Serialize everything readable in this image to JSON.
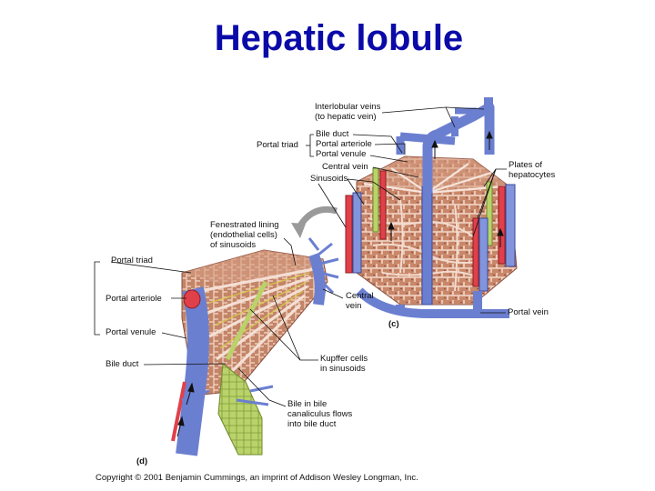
{
  "title": "Hepatic lobule",
  "labels": {
    "interlobular_veins": "Interlobular veins",
    "to_hepatic_vein": "(to hepatic vein)",
    "bile_duct_c": "Bile duct",
    "portal_arteriole_c": "Portal arteriole",
    "portal_venule_c": "Portal venule",
    "portal_triad_c": "Portal triad",
    "central_vein_c": "Central vein",
    "sinusoids": "Sinusoids",
    "plates_1": "Plates of",
    "plates_2": "hepatocytes",
    "fenestrated_1": "Fenestrated lining",
    "fenestrated_2": "(endothelial cells)",
    "fenestrated_3": "of sinusoids",
    "portal_triad_d": "Portal triad",
    "portal_arteriole_d": "Portal arteriole",
    "portal_venule_d": "Portal venule",
    "bile_duct_d": "Bile duct",
    "central_vein_d_1": "Central",
    "central_vein_d_2": "vein",
    "kupffer_1": "Kupffer cells",
    "kupffer_2": "in sinusoids",
    "bile_flow_1": "Bile in bile",
    "bile_flow_2": "canaliculus flows",
    "bile_flow_3": "into bile duct",
    "portal_vein": "Portal vein",
    "panel_c": "(c)",
    "panel_d": "(d)"
  },
  "copyright": "Copyright © 2001 Benjamin Cummings, an imprint of Addison Wesley Longman, Inc.",
  "colors": {
    "title": "#0a0aa8",
    "vein_blue": "#6b7fd0",
    "artery_red": "#e0404a",
    "bile_green": "#b8d86a",
    "hepatocyte_tan": "#c98a6a"
  }
}
